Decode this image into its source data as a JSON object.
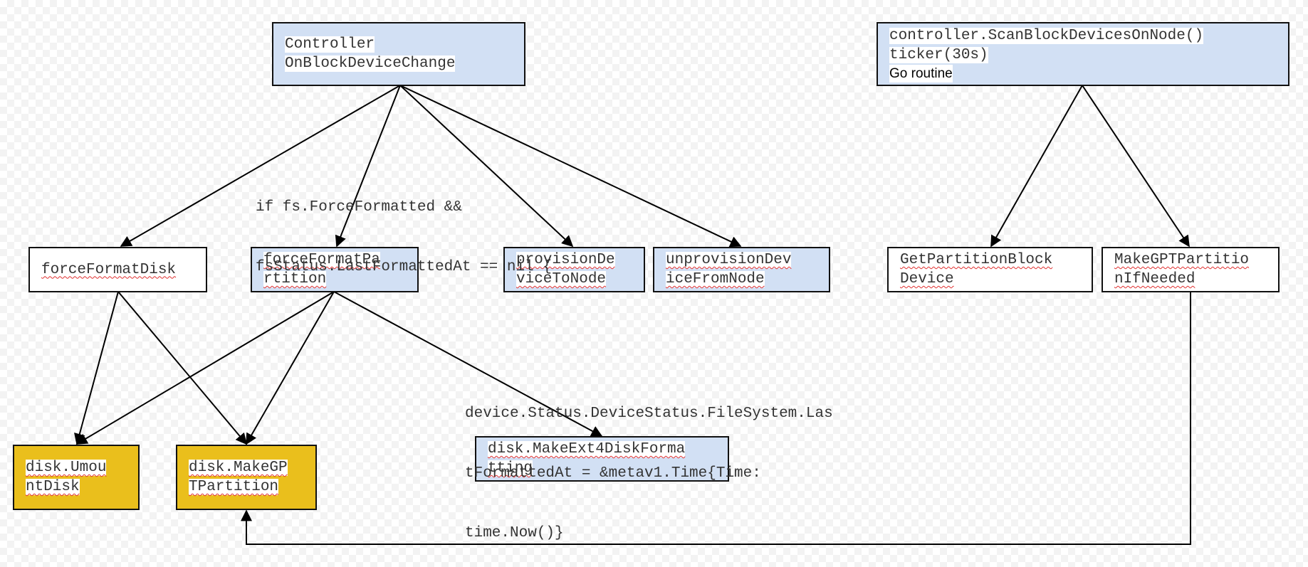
{
  "nodes": {
    "controller": {
      "lines": [
        "Controller",
        "OnBlockDeviceChange"
      ]
    },
    "scanner": {
      "lines": [
        "controller.ScanBlockDevicesOnNode()",
        "ticker(30s)"
      ],
      "note": "Go routine"
    },
    "force_format_disk": {
      "lines": [
        "forceFormatDisk"
      ]
    },
    "force_format_partition": {
      "lines": [
        "forceFormatPa",
        "rtition"
      ]
    },
    "provision_device": {
      "lines": [
        "provisionDe",
        "viceToNode"
      ]
    },
    "unprovision_device": {
      "lines": [
        "unprovisionDev",
        "iceFromNode"
      ]
    },
    "get_partition_block_device": {
      "lines": [
        "GetPartitionBlock",
        "Device"
      ]
    },
    "make_gpt_partition_if_needed": {
      "lines": [
        "MakeGPTPartitio",
        "nIfNeeded"
      ]
    },
    "disk_umount": {
      "lines": [
        "disk.Umou",
        "ntDisk"
      ]
    },
    "disk_make_gpt": {
      "lines": [
        "disk.MakeGP",
        "TPartition"
      ]
    },
    "disk_make_ext4": {
      "lines": [
        "disk.MakeExt4DiskForma",
        "tting"
      ]
    }
  },
  "labels": {
    "force_condition": [
      "if fs.ForceFormatted &&",
      "fsStatus.LastFormattedAt == nil {"
    ],
    "status_assignment": [
      "device.Status.DeviceStatus.FileSystem.Las",
      "tFormattedAt = &metav1.Time{Time:",
      "time.Now()}"
    ]
  },
  "colors": {
    "blue_box": "#d2e0f4",
    "gold_box": "#eabf1c",
    "white_box": "#ffffff",
    "edge": "#000000"
  }
}
